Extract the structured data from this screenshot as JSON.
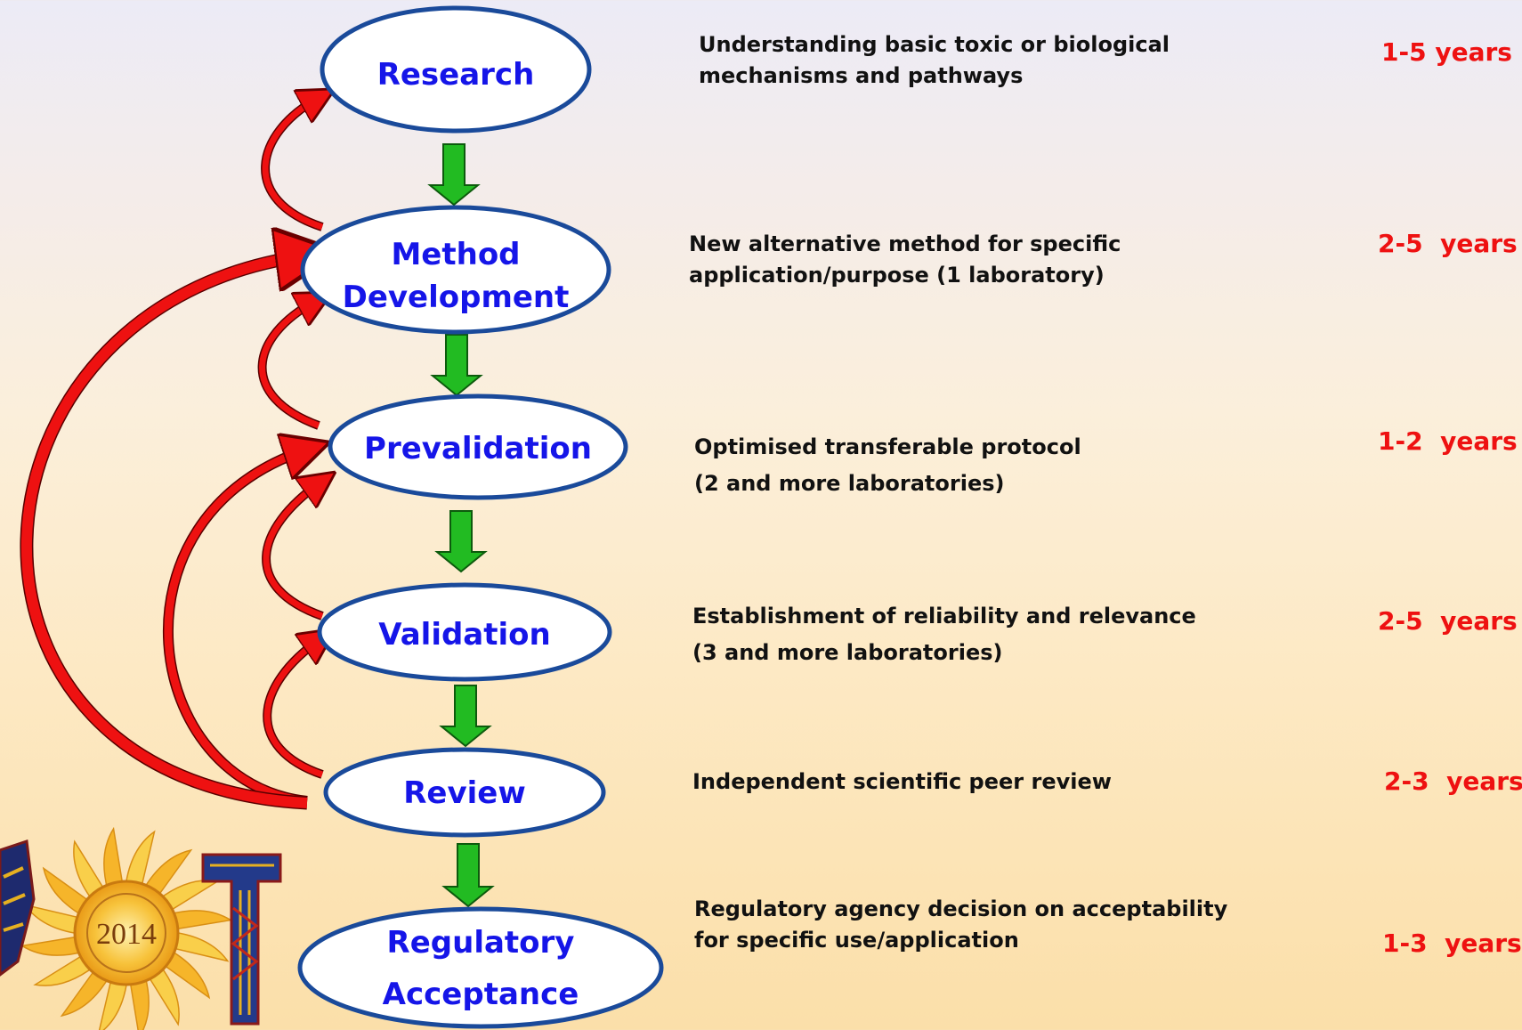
{
  "stages": [
    {
      "label_lines": [
        "Research"
      ],
      "description_lines": [
        "Understanding basic toxic or biological",
        "mechanisms and pathways"
      ],
      "duration": "1-5 years"
    },
    {
      "label_lines": [
        "Method",
        "Development"
      ],
      "description_lines": [
        "New alternative method for specific",
        "application/purpose (1 laboratory)"
      ],
      "duration": "2-5  years"
    },
    {
      "label_lines": [
        "Prevalidation"
      ],
      "description_lines": [
        "Optimised transferable protocol",
        "(2 and more laboratories)"
      ],
      "duration": "1-2  years"
    },
    {
      "label_lines": [
        "Validation"
      ],
      "description_lines": [
        "Establishment of reliability and relevance",
        "(3 and more laboratories)"
      ],
      "duration": "2-5  years"
    },
    {
      "label_lines": [
        "Review"
      ],
      "description_lines": [
        "Independent scientific peer review"
      ],
      "duration": "2-3  years"
    },
    {
      "label_lines": [
        "Regulatory",
        "Acceptance"
      ],
      "description_lines": [
        "Regulatory agency decision on acceptability",
        "for specific use/application"
      ],
      "duration": "1-3  years"
    }
  ],
  "logo": {
    "year": "2014"
  },
  "colors": {
    "stage_text": "#1515e8",
    "ellipse_stroke": "#1a4a9a",
    "forward_arrow": "#22bb22",
    "feedback_arrow": "#ee1111",
    "duration_text": "#ee1111",
    "description_text": "#111111"
  }
}
